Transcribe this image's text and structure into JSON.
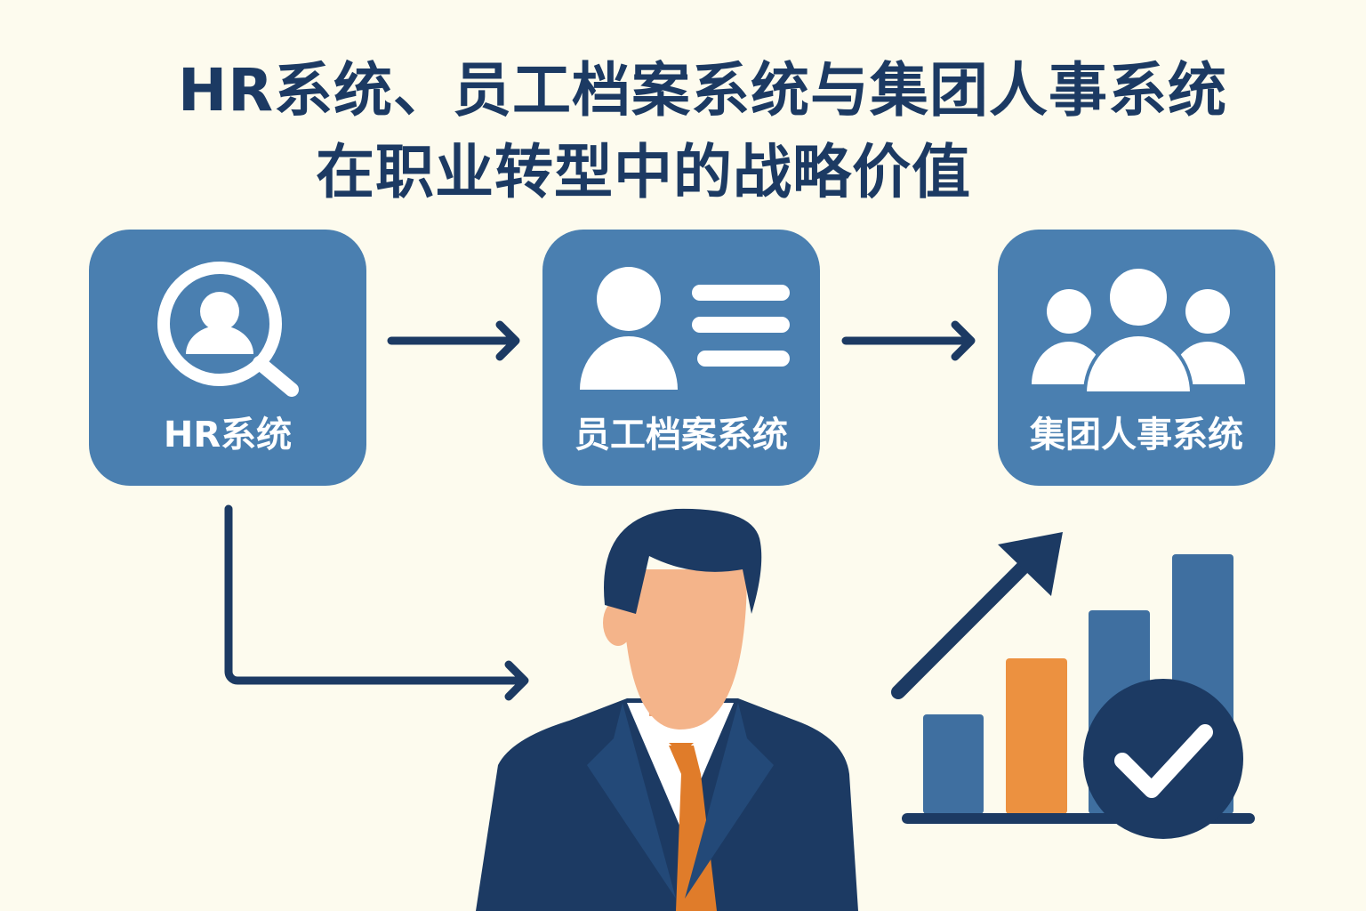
{
  "title": {
    "line1": "HR系统、员工档案系统与集团人事系统",
    "line2": "在职业转型中的战略价值"
  },
  "flow": [
    {
      "label": "HR系统",
      "icon": "magnifier-person-icon"
    },
    {
      "label": "员工档案系统",
      "icon": "profile-card-icon"
    },
    {
      "label": "集团人事系统",
      "icon": "group-people-icon"
    }
  ],
  "colors": {
    "background": "#fdfbee",
    "navy": "#1c3a63",
    "box_blue": "#4a7fb0",
    "orange": "#ec9140"
  }
}
